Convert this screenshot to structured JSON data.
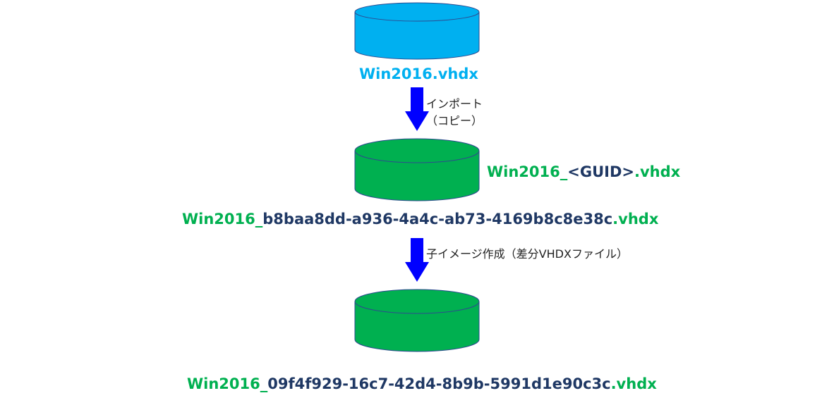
{
  "colors": {
    "source_disk": "#00B0F0",
    "copied_disk": "#00B050",
    "child_disk": "#00B050",
    "arrow": "#0000FF",
    "guid_text": "#1F3864"
  },
  "nodes": {
    "source": {
      "label": "Win2016.vhdx"
    },
    "imported": {
      "pattern_prefix": "Win2016_",
      "pattern_guid": "<GUID>",
      "pattern_suffix": ".vhdx",
      "prefix": "Win2016_",
      "guid": "b8baa8dd-a936-4a4c-ab73-4169b8c8e38c",
      "suffix": ".vhdx"
    },
    "child": {
      "prefix": "Win2016_",
      "guid": "09f4f929-16c7-42d4-8b9b-5991d1e90c3c",
      "suffix": ".vhdx"
    }
  },
  "edges": {
    "import": {
      "line1": "インポート",
      "line2": "（コピー）"
    },
    "child": {
      "label": "子イメージ作成（差分VHDXファイル）"
    }
  }
}
